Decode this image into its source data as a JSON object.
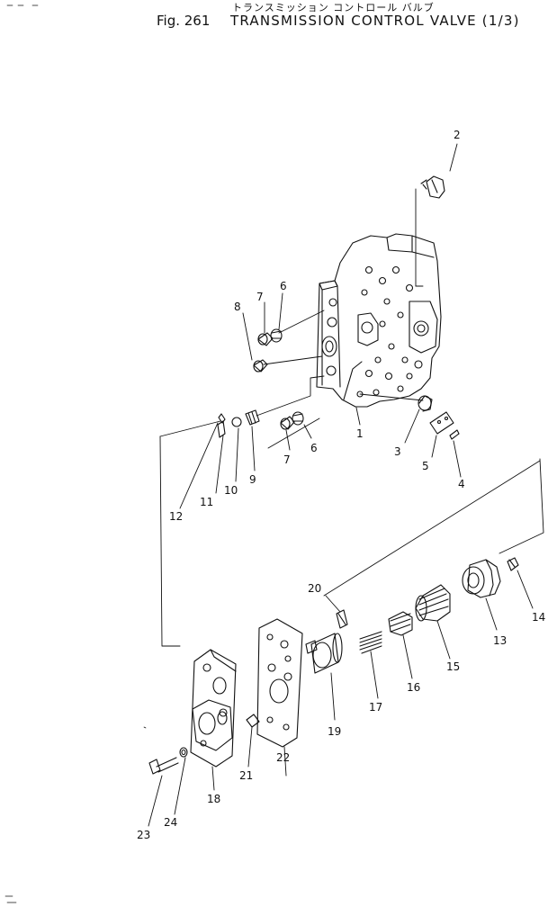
{
  "header": {
    "japanese_title": "トランスミッション コントロール バルブ",
    "figure_ref": "Fig. 261",
    "title": "TRANSMISSION CONTROL VALVE (1/3)"
  },
  "callouts": [
    "1",
    "2",
    "3",
    "4",
    "5",
    "6",
    "6",
    "7",
    "7",
    "8",
    "9",
    "10",
    "11",
    "12",
    "13",
    "14",
    "15",
    "16",
    "17",
    "18",
    "19",
    "20",
    "21",
    "22",
    "23",
    "24"
  ],
  "colors": {
    "ink": "#111111",
    "paper": "#ffffff"
  }
}
